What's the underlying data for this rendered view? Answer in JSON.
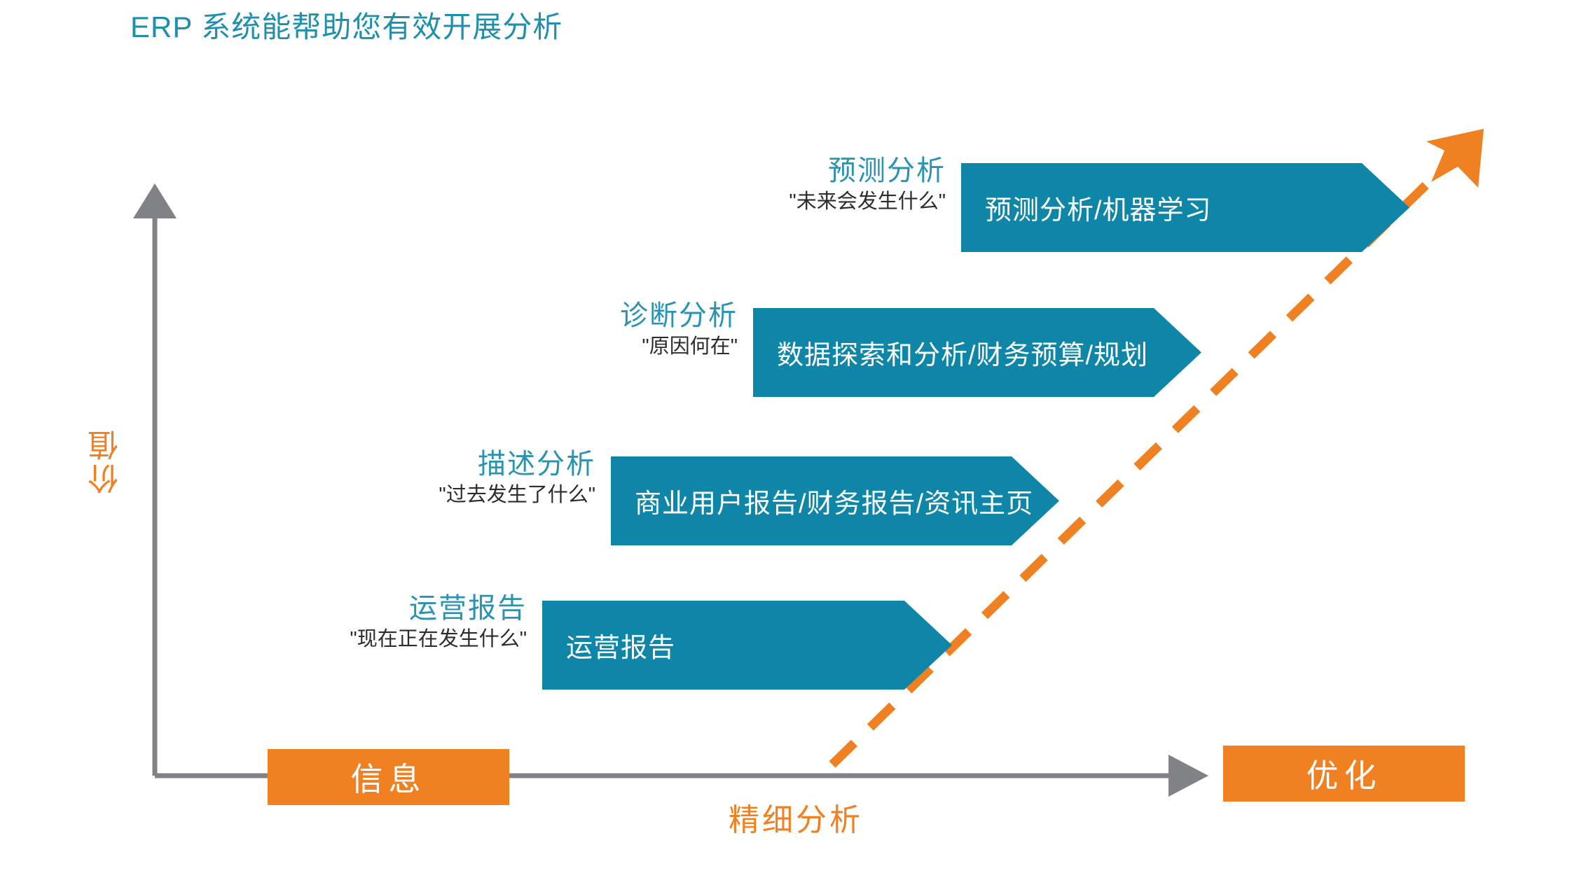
{
  "title": "ERP 系统能帮助您有效开展分析",
  "colors": {
    "title": "#1F8FAE",
    "teal_arrow": "#0F86A8",
    "stage_title": "#2A93B2",
    "orange": "#F08122",
    "axis_gray": "#808285",
    "quote_text": "#2C2C2C"
  },
  "axes": {
    "y_label": "价值",
    "x_label": "精细分析",
    "y_arrow_icon": "arrow-up-icon",
    "x_arrow_icon": "arrow-right-icon"
  },
  "endpoints": {
    "left": "信息",
    "right": "优化"
  },
  "trend": {
    "style": "dashed",
    "color": "#F08122",
    "arrow_icon": "trend-arrow-icon"
  },
  "chart_data": {
    "type": "diagram",
    "title": "ERP 系统能帮助您有效开展分析",
    "xlabel": "精细分析",
    "ylabel": "价值",
    "x_start_label": "信息",
    "x_end_label": "优化",
    "legend_position": "none",
    "grid": false,
    "stages": [
      {
        "index": 4,
        "stage_title": "预测分析",
        "question": "\"未来会发生什么\"",
        "arrow_label": "预测分析/机器学习",
        "maturity": 4,
        "value": 4
      },
      {
        "index": 3,
        "stage_title": "诊断分析",
        "question": "\"原因何在\"",
        "arrow_label": "数据探索和分析/财务预算/规划",
        "maturity": 3,
        "value": 3
      },
      {
        "index": 2,
        "stage_title": "描述分析",
        "question": "\"过去发生了什么\"",
        "arrow_label": "商业用户报告/财务报告/资讯主页",
        "maturity": 2,
        "value": 2
      },
      {
        "index": 1,
        "stage_title": "运营报告",
        "question": "\"现在正在发生什么\"",
        "arrow_label": "运营报告",
        "maturity": 1,
        "value": 1
      }
    ]
  }
}
